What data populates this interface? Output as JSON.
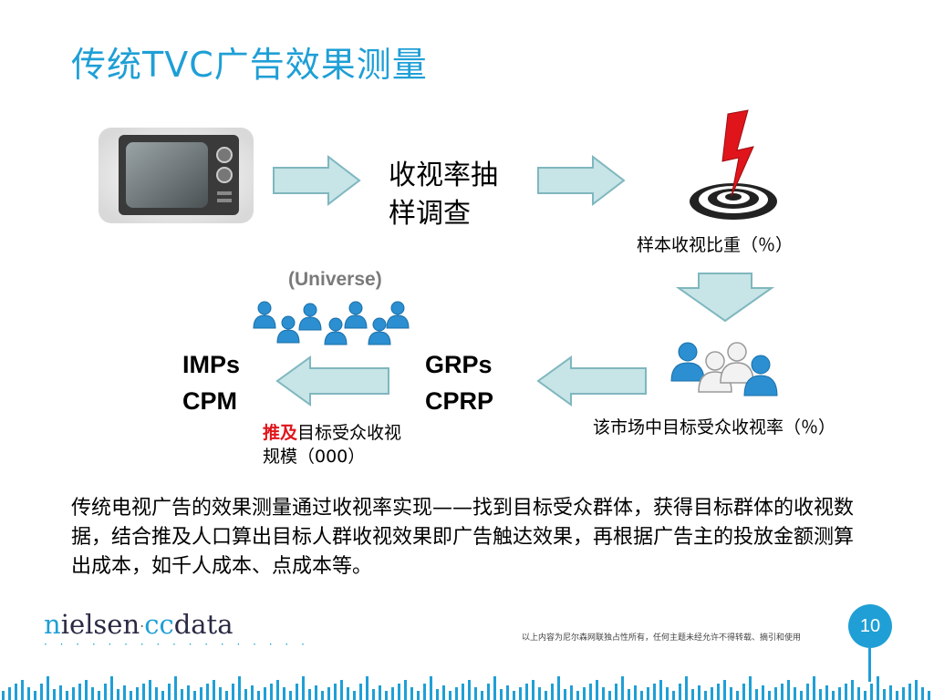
{
  "title": "传统TVC广告效果测量",
  "survey_label_line1": "收视率抽",
  "survey_label_line2": "样调查",
  "sample_share_label": "样本收视比重（％）",
  "universe_label": "(Universe)",
  "imps_label": "IMPs",
  "cpm_label": "CPM",
  "grps_label": "GRPs",
  "cprp_label": "CPRP",
  "reach_prefix": "推及",
  "reach_rest_line1": "目标受众收视",
  "reach_line2": "规模（000）",
  "target_rating_label": "该市场中目标受众收视率（％）",
  "body_text": "传统电视广告的效果测量通过收视率实现——找到目标受众群体，获得目标群体的收视数据，结合推及人口算出目标人群收视效果即广告触达效果，再根据广告主的投放金额测算出成本，如千人成本、点成本等。",
  "page_number": "10",
  "logo": {
    "n": "n",
    "ielsen": "ielsen",
    "sep": "·",
    "cc": "cc",
    "data": "data"
  },
  "footnote": "以上内容为尼尔森网联独占性所有，任何主题未经允许不得转载、摘引和使用",
  "colors": {
    "accent": "#1f9fd6",
    "arrow_fill": "#c7e4e6",
    "arrow_stroke": "#7fb7bf",
    "red": "#e0151b"
  },
  "icons": [
    "tv-icon",
    "target-bolt-icon",
    "people-group-icon",
    "people-crowd-icon"
  ]
}
